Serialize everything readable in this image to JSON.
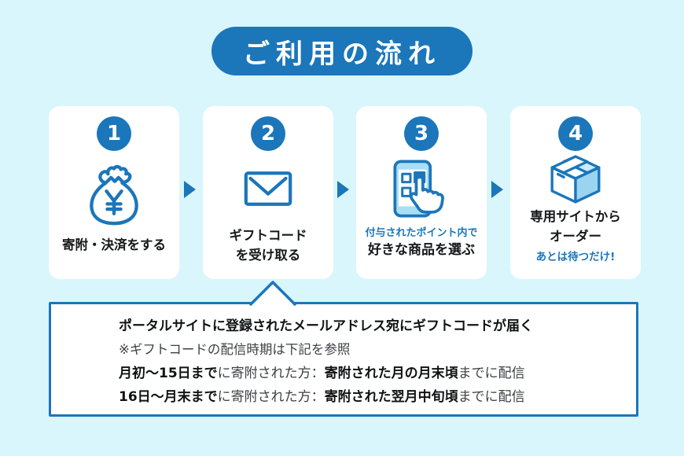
{
  "title": "ご利用の流れ",
  "colors": {
    "background": "#d9f6fc",
    "primary_blue": "#1b76ba",
    "light_blue_fill": "#9bd4f1",
    "card_background": "#ffffff",
    "dark_text": "#101214",
    "regular_text": "#3c3f44"
  },
  "icons": {
    "step1": "money-bag-icon",
    "step2": "envelope-icon",
    "step3": "phone-tap-icon",
    "step4": "package-box-icon",
    "between_cards": "arrow-right-icon",
    "callout": "pointer-up-icon"
  },
  "steps": [
    {
      "number": "1",
      "label1": "寄附・決済をする"
    },
    {
      "number": "2",
      "label1": "ギフトコード",
      "label2": "を受け取る"
    },
    {
      "number": "3",
      "note_top": "付与されたポイント内で",
      "label1": "好きな商品を選ぶ"
    },
    {
      "number": "4",
      "label1": "専用サイトから",
      "label2": "オーダー",
      "note_bottom": "あとは待つだけ!"
    }
  ],
  "callout": {
    "line1": "ポータルサイトに登録されたメールアドレス宛にギフトコードが届く",
    "line2": "※ギフトコードの配信時期は下記を参照",
    "line3": {
      "b1": "月初〜15日まで",
      "r1": "に寄附された方：",
      "b2": "寄附された月の月末頃",
      "r2": "までに配信"
    },
    "line4": {
      "b1": "16日〜月末まで",
      "r1": "に寄附された方：",
      "b2": "寄附された翌月中旬頃",
      "r2": "までに配信"
    }
  }
}
